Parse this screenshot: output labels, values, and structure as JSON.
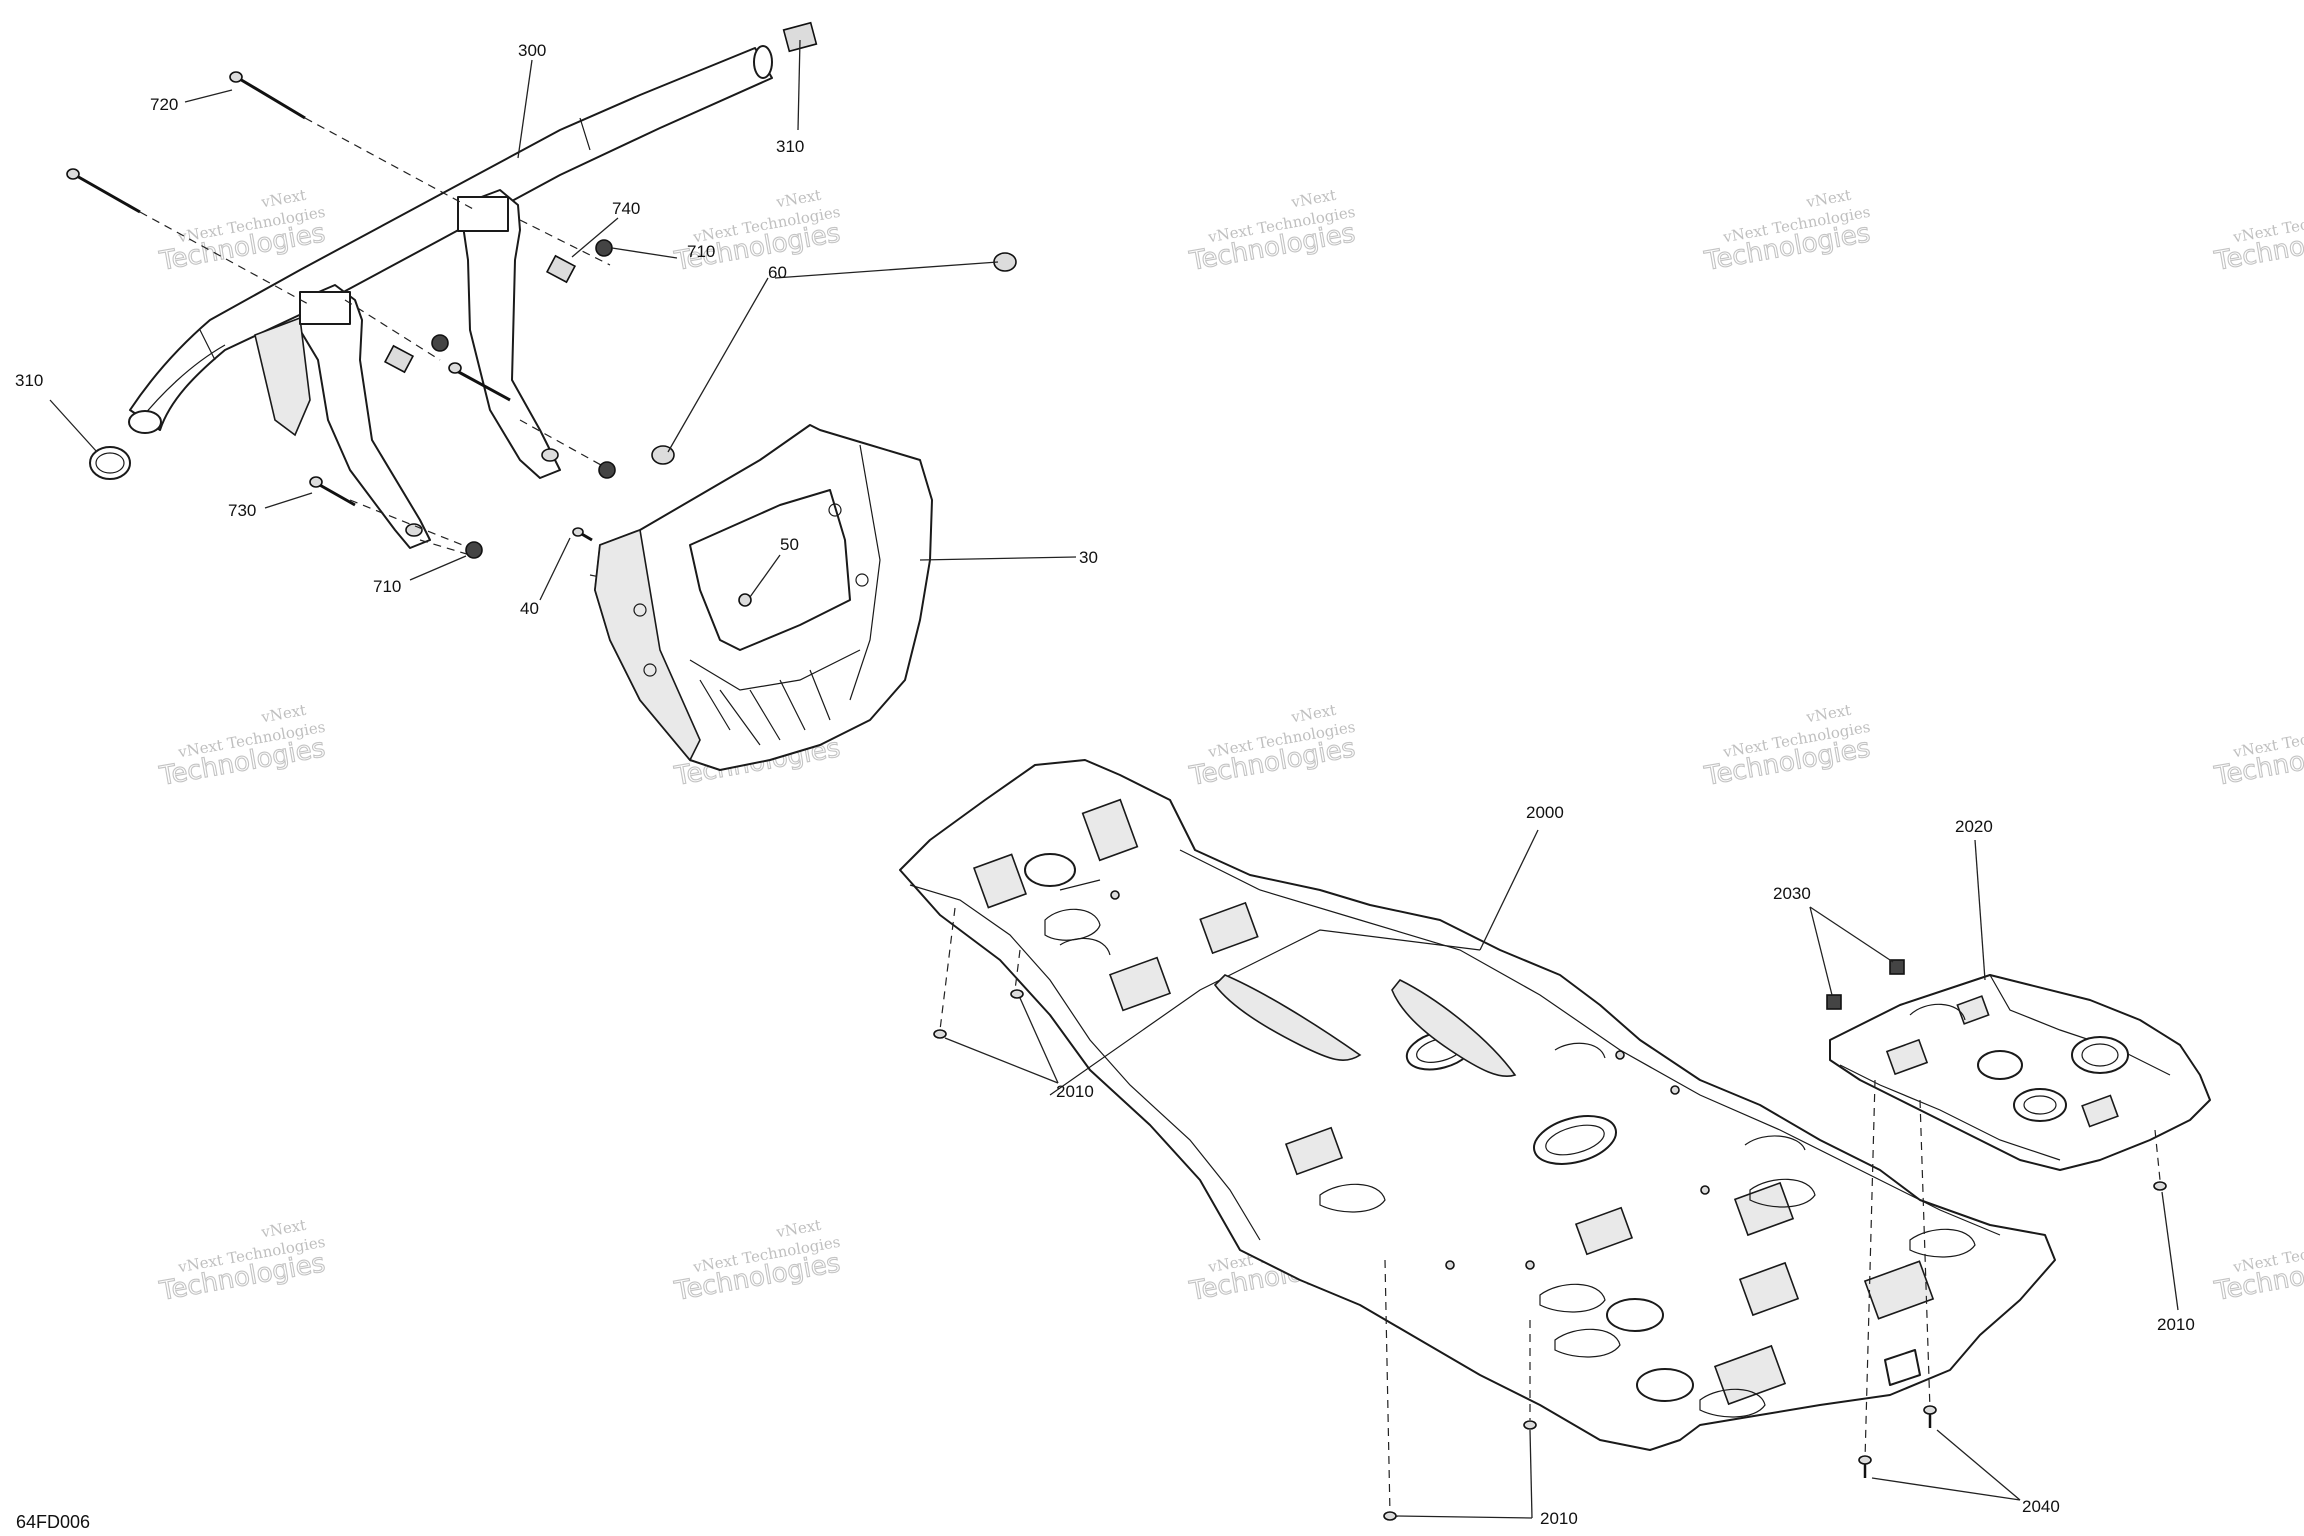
{
  "diagram_code": "64FD006",
  "watermark": {
    "line1": "vNext Technologies",
    "line2": "Technologies",
    "line3": "vNext"
  },
  "callouts": {
    "c300": "300",
    "c310a": "310",
    "c310b": "310",
    "c720": "720",
    "c740": "740",
    "c710a": "710",
    "c710b": "710",
    "c60": "60",
    "c730": "730",
    "c50": "50",
    "c30": "30",
    "c40": "40",
    "c2000": "2000",
    "c2020": "2020",
    "c2030": "2030",
    "c2010a": "2010",
    "c2010b": "2010",
    "c2010c": "2010",
    "c2040": "2040"
  }
}
